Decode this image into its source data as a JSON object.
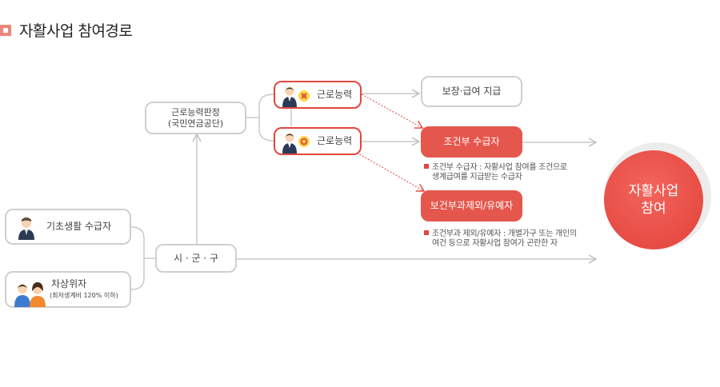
{
  "title": "자활사업 참여경로",
  "nodes": {
    "basic_recipient": "기초생활 수급자",
    "near_poor": "차상위자",
    "near_poor_sub": "(최저생계비 120% 이하)",
    "city": "시 · 군 · 구",
    "judgment_line1": "근로능력판정",
    "judgment_line2": "(국민연금공단)",
    "ability_no": "근로능력",
    "ability_yes": "근로능력",
    "benefit": "보장·급여 지급",
    "conditional": "조건부 수급자",
    "excluded": "보건부과제외/유예자",
    "result_line1": "자활사업",
    "result_line2": "참여"
  },
  "notes": {
    "conditional_line1": "조건부 수급자 : 자활사업 참여를 조건으로",
    "conditional_line2": "생계급여를 지급받는 수급자",
    "excluded_line1": "조건부과 제외/유예자 : 개별가구 또는 개인의",
    "excluded_line2": "여건 등으로 자활사업 참여가 곤란한 자"
  },
  "colors": {
    "accent": "#e5574d",
    "line": "#c8c8c8",
    "red_line": "#e2473d"
  }
}
